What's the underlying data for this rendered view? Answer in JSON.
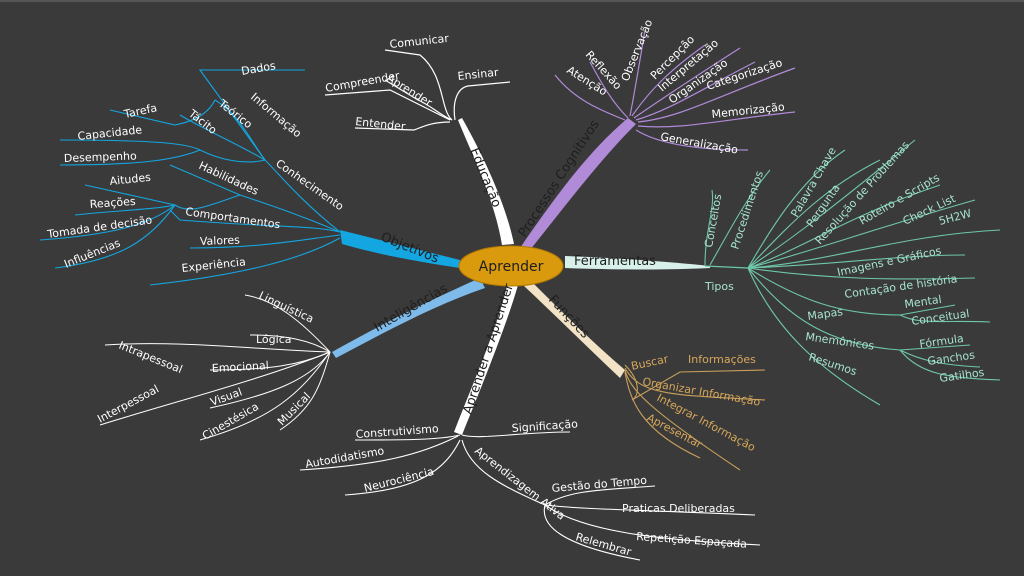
{
  "center": {
    "label": "Aprender",
    "color": "#d99a0e"
  },
  "branches": {
    "educacao": {
      "label": "Educação",
      "color": "#ffffff",
      "items": [
        "Comunicar",
        "Ensinar",
        "Compreender",
        "Aprender",
        "Entender"
      ]
    },
    "processos": {
      "label": "Processos Cognitivos",
      "color": "#b18ad8",
      "items": [
        "Reflexão",
        "Atenção",
        "Observação",
        "Percepção",
        "Interpretação",
        "Organização",
        "Categorização",
        "Memorização",
        "Generalização"
      ]
    },
    "ferramentas": {
      "label": "Ferramentas",
      "color": "#d8f0ea",
      "items": [
        "Conceitos",
        "Procedimentos",
        "Tipos",
        "Palavra Chave",
        "Pergunta",
        "Resolução de Problemas",
        "Roteiro e Scripts",
        "Check List",
        "5H2W",
        "Imagens e Gráficos",
        "Contação de história",
        "Mapas",
        "Mental",
        "Conceitual",
        "Mnemônicos",
        "Fórmula",
        "Ganchos",
        "Gatilhos",
        "Resumos"
      ]
    },
    "funcoes": {
      "label": "Funções",
      "color": "#f2e2c6",
      "items": [
        "Buscar",
        "Informações",
        "Organizar Informação",
        "Integrar Informação",
        "Apresentar"
      ]
    },
    "aprender_a_aprender": {
      "label": "Aprender a Aprender",
      "color": "#ffffff",
      "items": [
        "Construtivismo",
        "Significação",
        "Autodidatismo",
        "Neurociência",
        "Aprendizagem Ativa",
        "Gestão do Tempo",
        "Praticas Deliberadas",
        "Repetição Espaçada",
        "Relembrar"
      ]
    },
    "inteligencias": {
      "label": "Inteligências",
      "color": "#7fbbea",
      "items": [
        "Linguística",
        "Lógica",
        "Intrapessoal",
        "Emocional",
        "Interpessoal",
        "Visual",
        "Cinestésica",
        "Musical"
      ]
    },
    "objetivos": {
      "label": "Objetivos",
      "color": "#14a6e0",
      "items": [
        "Dados",
        "Informação",
        "Teórico",
        "Tácito",
        "Tarefa",
        "Capacidade",
        "Desempenho",
        "Conhecimento",
        "Habilidades",
        "Aitudes",
        "Reações",
        "Tomada de decisão",
        "Influências",
        "Comportamentos",
        "Valores",
        "Experiência"
      ]
    }
  }
}
